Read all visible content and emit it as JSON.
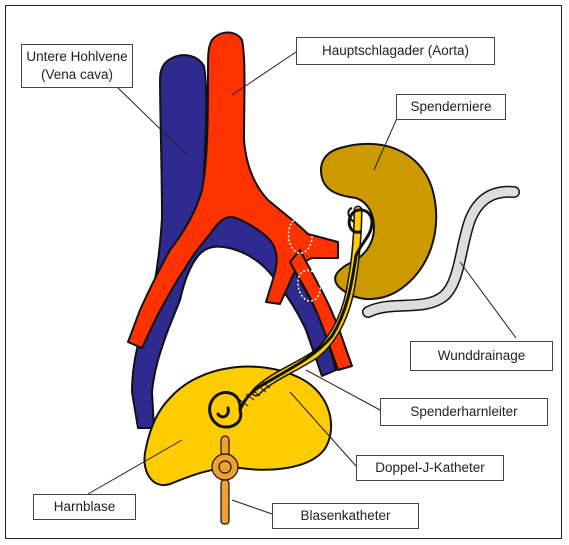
{
  "colors": {
    "vein": "#2e2a8f",
    "artery": "#ff3300",
    "kidney": "#cc9900",
    "bladder": "#ffcc00",
    "ureter": "#ffcc00",
    "drain": "#dddddd",
    "catheter": "#f0a030",
    "outline": "#111111"
  },
  "icons": [
    "vena-cava-shape",
    "aorta-shape",
    "kidney-shape",
    "ureter-shape",
    "bladder-shape",
    "drain-tube-shape",
    "catheter-shape",
    "stent-coil-shape"
  ],
  "labels": {
    "vena_cava_line1": "Untere Hohlvene",
    "vena_cava_line2": "(Vena cava)",
    "aorta": "Hauptschlagader (Aorta)",
    "donor_kidney": "Spenderniere",
    "drain": "Wunddrainage",
    "donor_ureter": "Spenderharnleiter",
    "dj_catheter": "Doppel-J-Katheter",
    "bladder": "Harnblase",
    "bladder_catheter": "Blasenkatheter"
  }
}
